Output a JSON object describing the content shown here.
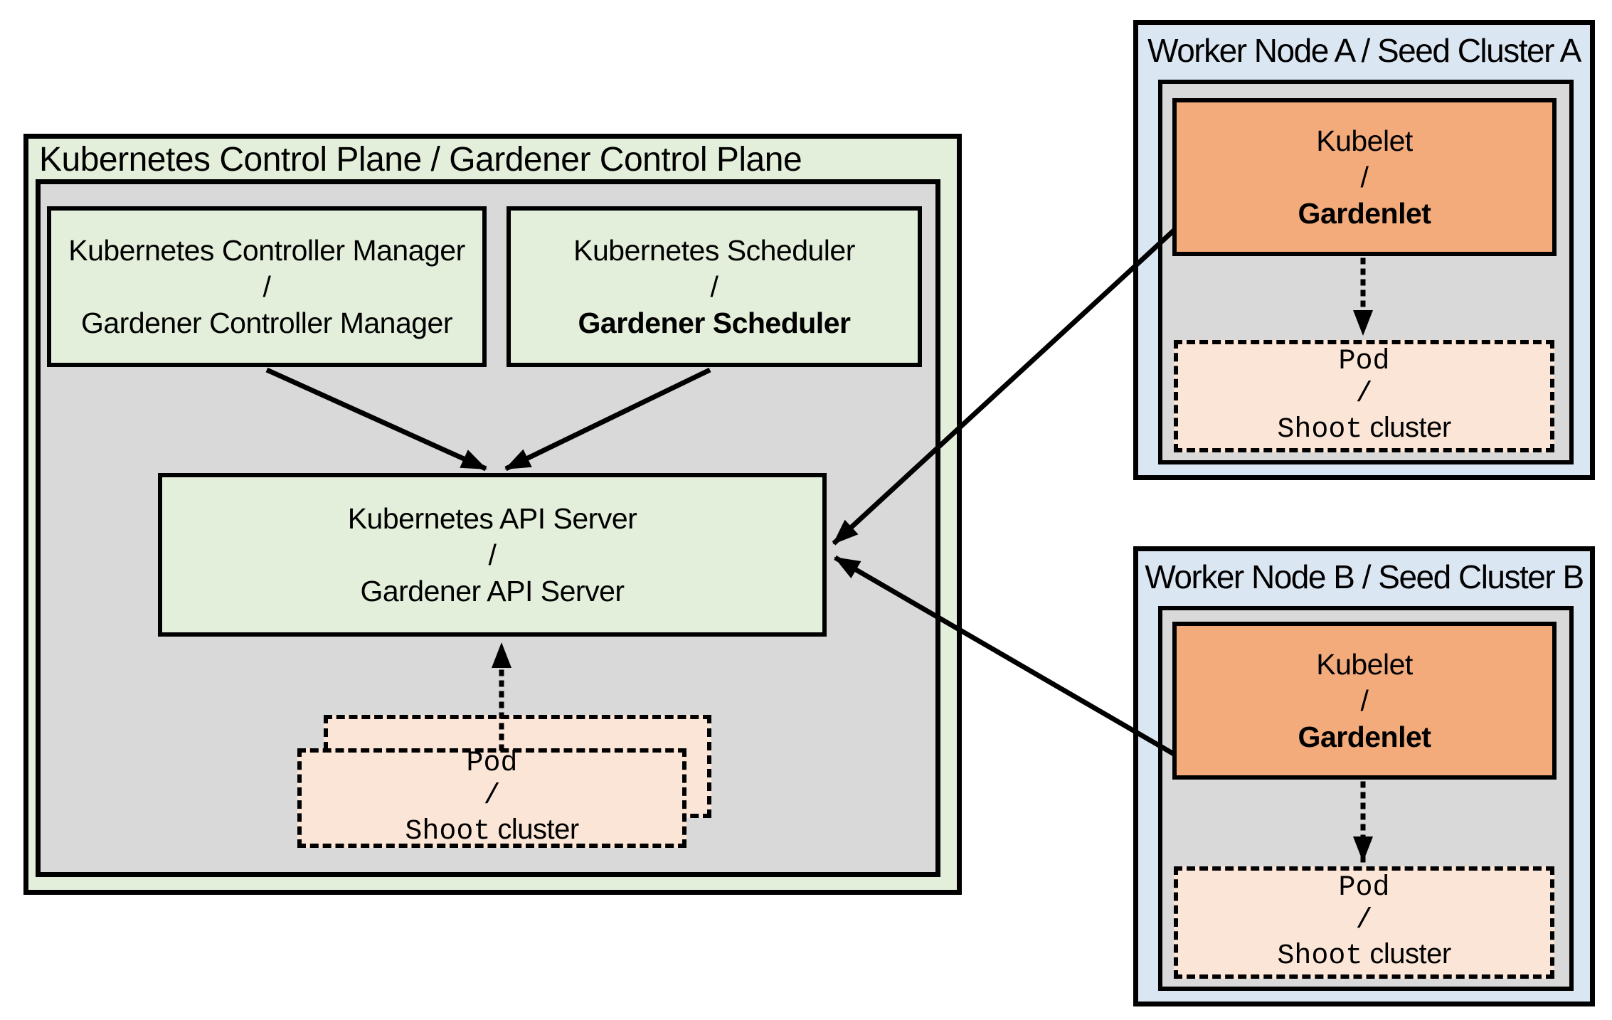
{
  "control_plane": {
    "title": "Kubernetes Control Plane / Gardener Control Plane",
    "controller_manager": {
      "line1": "Kubernetes Controller Manager",
      "slash": "/",
      "line2": "Gardener Controller Manager"
    },
    "scheduler": {
      "line1": "Kubernetes Scheduler",
      "slash": "/",
      "line2": "Gardener Scheduler"
    },
    "api_server": {
      "line1": "Kubernetes API Server",
      "slash": "/",
      "line2": "Gardener API Server"
    }
  },
  "workers": [
    {
      "title": "Worker Node A / Seed Cluster A",
      "kubelet": {
        "line1": "Kubelet",
        "slash": "/",
        "line2": "Gardenlet"
      },
      "pod": {
        "line1": "Pod",
        "slash": "/",
        "line2_mono": "Shoot",
        "line2_sans": "cluster"
      }
    },
    {
      "title": "Worker Node B / Seed Cluster B",
      "kubelet": {
        "line1": "Kubelet",
        "slash": "/",
        "line2": "Gardenlet"
      },
      "pod": {
        "line1": "Pod",
        "slash": "/",
        "line2_mono": "Shoot",
        "line2_sans": "cluster"
      }
    }
  ],
  "pod_stack": {
    "line1": "Pod",
    "slash": "/",
    "line2_mono": "Shoot",
    "line2_sans": "cluster"
  },
  "edges": [
    {
      "from": "kubernetes-controller-manager",
      "to": "kubernetes-api-server",
      "style": "solid-arrow"
    },
    {
      "from": "kubernetes-scheduler",
      "to": "kubernetes-api-server",
      "style": "solid-arrow"
    },
    {
      "from": "pod-shoot-cluster-stack",
      "to": "kubernetes-api-server",
      "style": "dotted-arrow"
    },
    {
      "from": "kubelet-gardenlet-a",
      "to": "kubernetes-api-server",
      "style": "solid-arrow"
    },
    {
      "from": "kubelet-gardenlet-b",
      "to": "kubernetes-api-server",
      "style": "solid-arrow"
    },
    {
      "from": "kubelet-gardenlet-a",
      "to": "pod-shoot-cluster-a",
      "style": "dotted-arrow"
    },
    {
      "from": "kubelet-gardenlet-b",
      "to": "pod-shoot-cluster-b",
      "style": "dotted-arrow"
    }
  ],
  "colors": {
    "control_plane_fill": "#e3efda",
    "node_area_fill": "#d9d9d9",
    "worker_node_fill": "#dbe6f3",
    "kubelet_fill": "#f3ab7c",
    "pod_fill": "#fbe5d6",
    "line": "#000000"
  }
}
